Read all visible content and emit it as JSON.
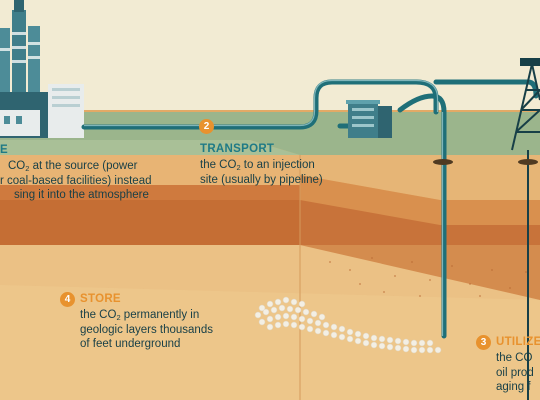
{
  "steps": {
    "capture": {
      "heading": "E",
      "line1_pre": "CO",
      "line1_post": " at the source (power",
      "line2": "r coal-based facilities) instead",
      "line3": "sing it into the atmosphere"
    },
    "transport": {
      "number": "2",
      "heading": "TRANSPORT",
      "line1_pre": "the CO",
      "line1_post": " to an injection",
      "line2": "site (usually by pipeline)"
    },
    "store": {
      "number": "4",
      "heading": "STORE",
      "line1_pre": "the CO",
      "line1_post": " permanently in",
      "line2": "geologic layers thousands",
      "line3": "of feet underground"
    },
    "utilize": {
      "number": "3",
      "heading": "UTILIZE",
      "line1": "the CO",
      "line2": "oil prod",
      "line3": "aging f"
    }
  },
  "subscript": "2",
  "icons": [
    "power-plant-icon",
    "compressor-station-icon",
    "oil-derrick-icon",
    "pipeline-icon",
    "co2-bubbles-icon"
  ],
  "colors": {
    "sky": "#f2ebd3",
    "grass": "#9bb58c",
    "pipeline": "#1f6f78",
    "accent": "#e8922e",
    "heading_teal": "#1f7a86",
    "text": "#173f47"
  }
}
